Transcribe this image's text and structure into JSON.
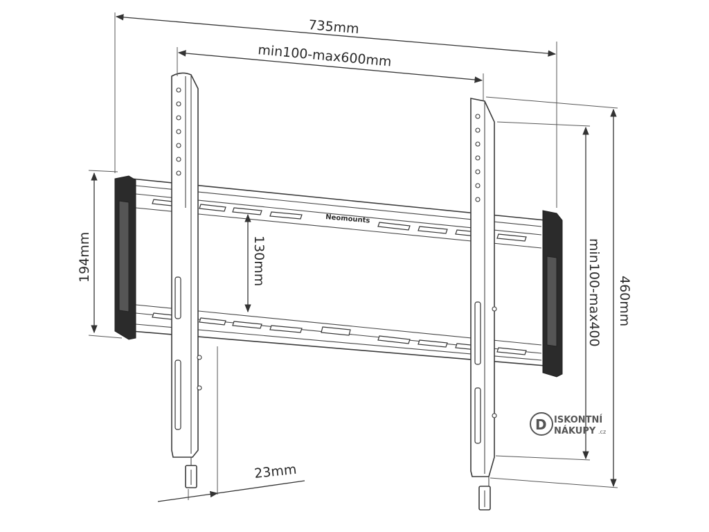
{
  "dimensions": {
    "overall_width": "735mm",
    "vesa_horizontal": "min100-max600mm",
    "frame_height": "194mm",
    "vertical_gap": "130mm",
    "vesa_vertical": "min100-max400",
    "overall_height": "460mm",
    "depth": "23mm"
  },
  "branding": {
    "product_logo": "Neomounts",
    "watermark_line1": "ISKONTNÍ",
    "watermark_line2": "NÁKUPY",
    "watermark_suffix": ".cz",
    "watermark_letter": "D"
  },
  "colors": {
    "line": "#333333",
    "dark_part": "#2b2b2b"
  }
}
